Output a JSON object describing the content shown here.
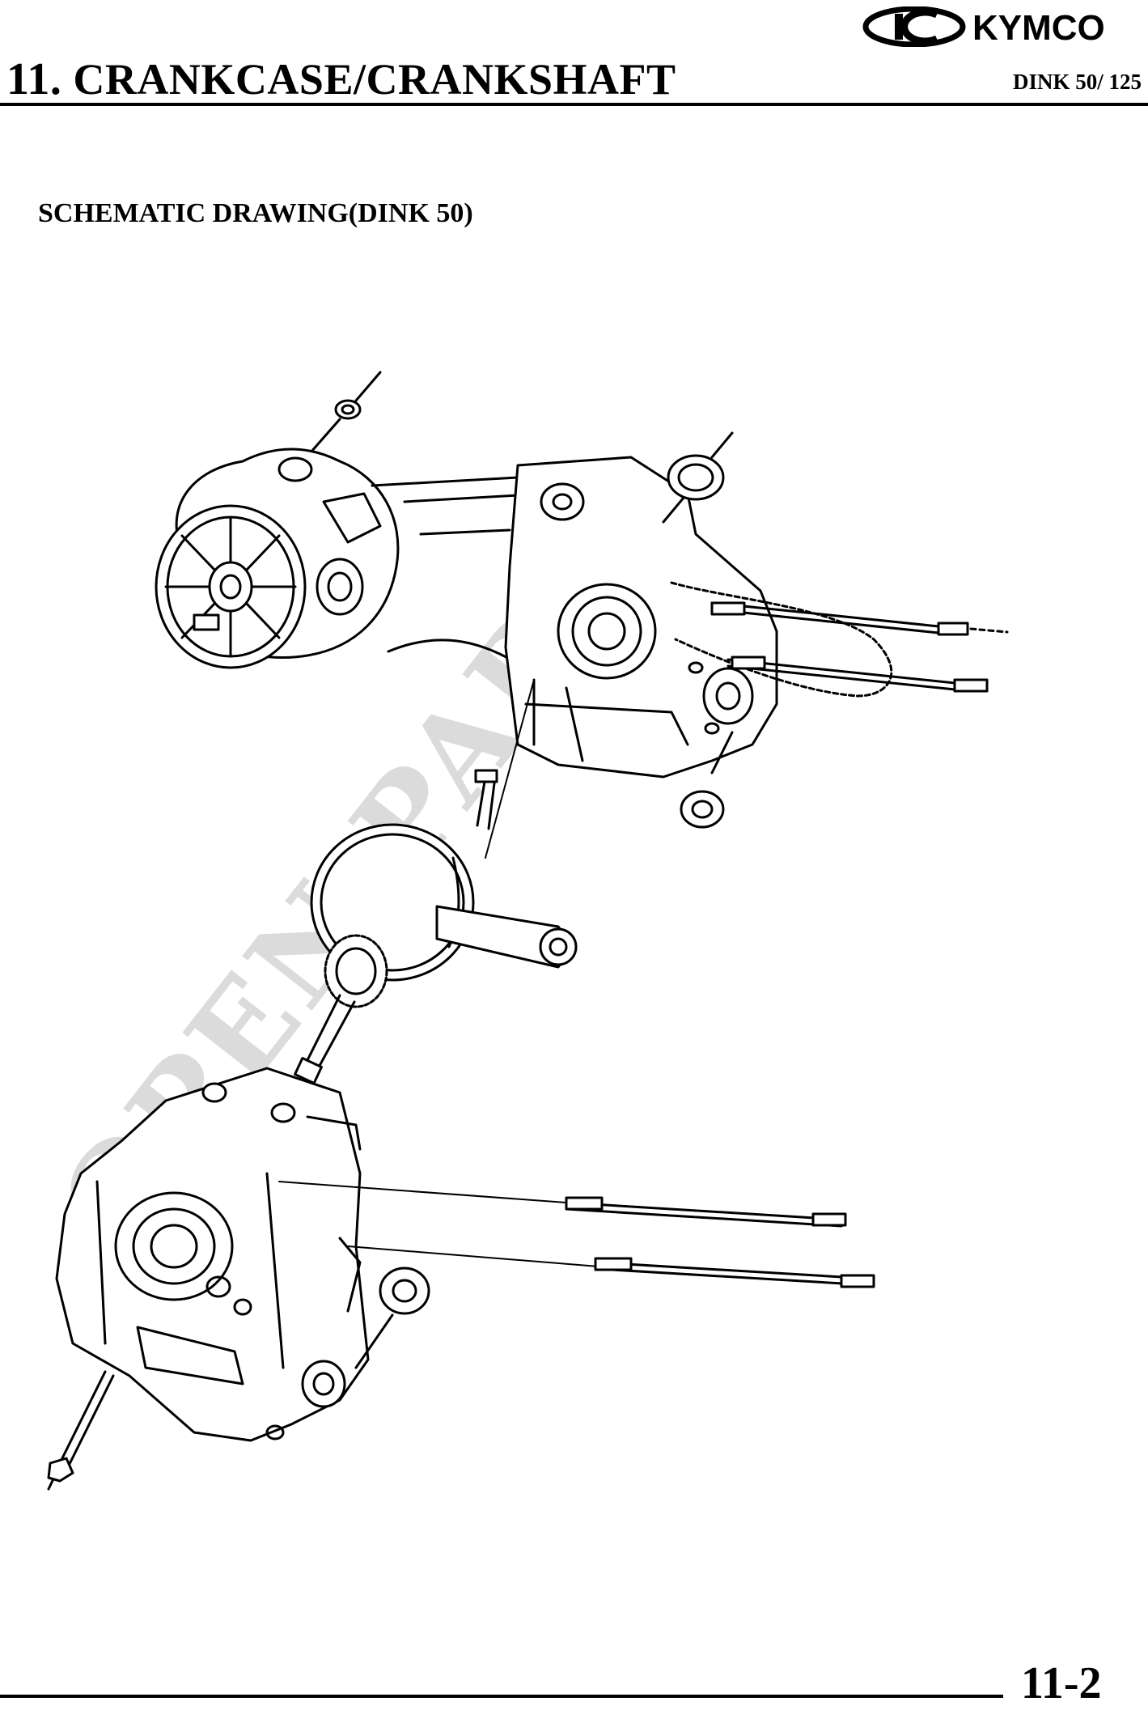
{
  "header": {
    "brand": "KYMCO",
    "chapter_number": "11.",
    "chapter_title": "CRANKCASE/CRANKSHAFT",
    "model": "DINK 50/ 125"
  },
  "section": {
    "title": "SCHEMATIC DRAWING(DINK 50)"
  },
  "drawing": {
    "watermark": "OPEN-PARTS",
    "icon": "crankcase-exploded-diagram"
  },
  "footer": {
    "page_number": "11-2"
  }
}
